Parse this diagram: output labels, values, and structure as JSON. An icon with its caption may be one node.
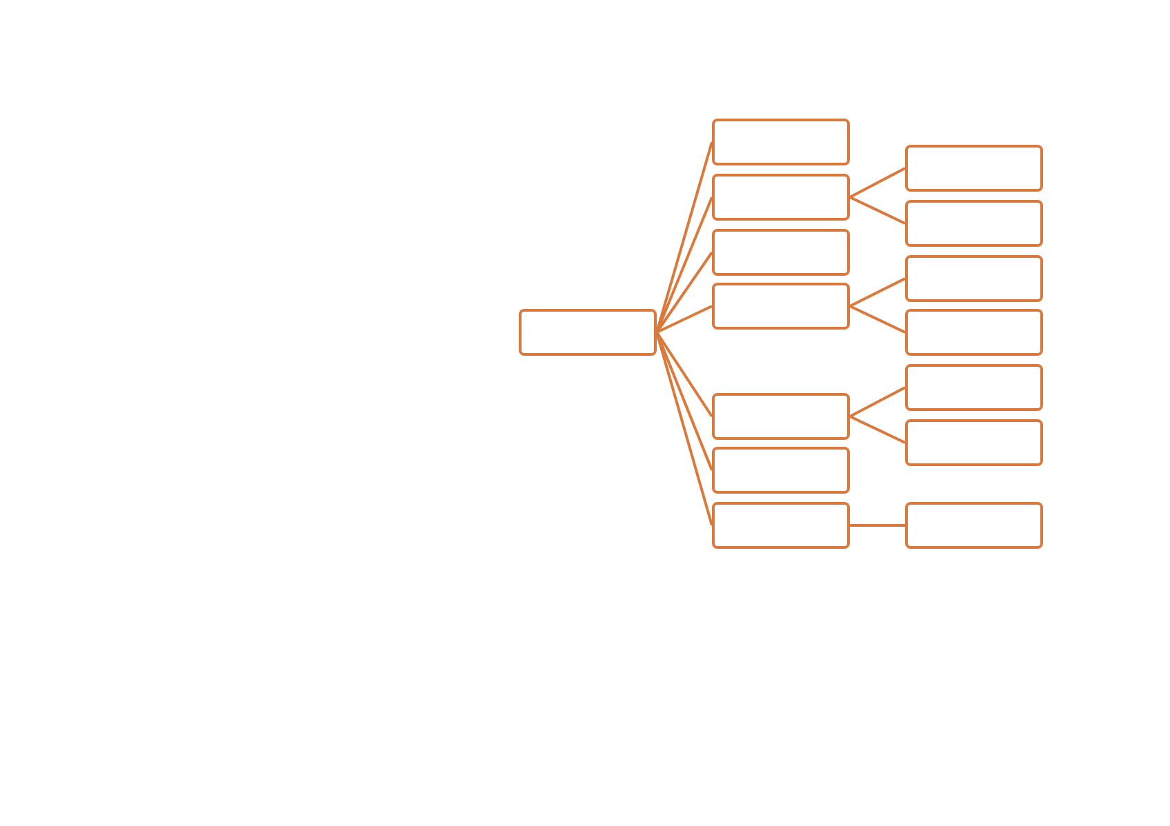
{
  "diagram": {
    "nodes": [
      {
        "text": [],
        "shape": "box"
      },
      {
        "text": [],
        "shape": "box"
      },
      {
        "text": [],
        "shape": "box"
      },
      {
        "text": [],
        "shape": "box"
      },
      {
        "text": [],
        "shape": "box"
      },
      {
        "text": [],
        "shape": "box"
      },
      {
        "text": [],
        "shape": "box"
      },
      {
        "text": [],
        "shape": "box"
      },
      {
        "text": [],
        "shape": "box"
      },
      {
        "text": [],
        "shape": "box"
      },
      {
        "text": [],
        "shape": "box"
      },
      {
        "text": [],
        "shape": "box"
      },
      {
        "text": [],
        "shape": "box"
      },
      {
        "text": [],
        "shape": "box"
      },
      {
        "text": [],
        "shape": "box"
      }
    ],
    "edges": [
      {
        "from": 0,
        "to": 1,
        "arrow": "none"
      },
      {
        "from": 0,
        "to": 2,
        "arrow": "none"
      },
      {
        "from": 0,
        "to": 3,
        "arrow": "none"
      },
      {
        "from": 0,
        "to": 4,
        "arrow": "none"
      },
      {
        "from": 0,
        "to": 5,
        "arrow": "none"
      },
      {
        "from": 0,
        "to": 6,
        "arrow": "none"
      },
      {
        "from": 0,
        "to": 7,
        "arrow": "none"
      },
      {
        "from": 2,
        "to": 8,
        "arrow": "none"
      },
      {
        "from": 2,
        "to": 9,
        "arrow": "none"
      },
      {
        "from": 4,
        "to": 10,
        "arrow": "none"
      },
      {
        "from": 4,
        "to": 11,
        "arrow": "none"
      },
      {
        "from": 5,
        "to": 12,
        "arrow": "none"
      },
      {
        "from": 5,
        "to": 13,
        "arrow": "none"
      },
      {
        "from": 7,
        "to": 14,
        "arrow": "none"
      }
    ]
  }
}
